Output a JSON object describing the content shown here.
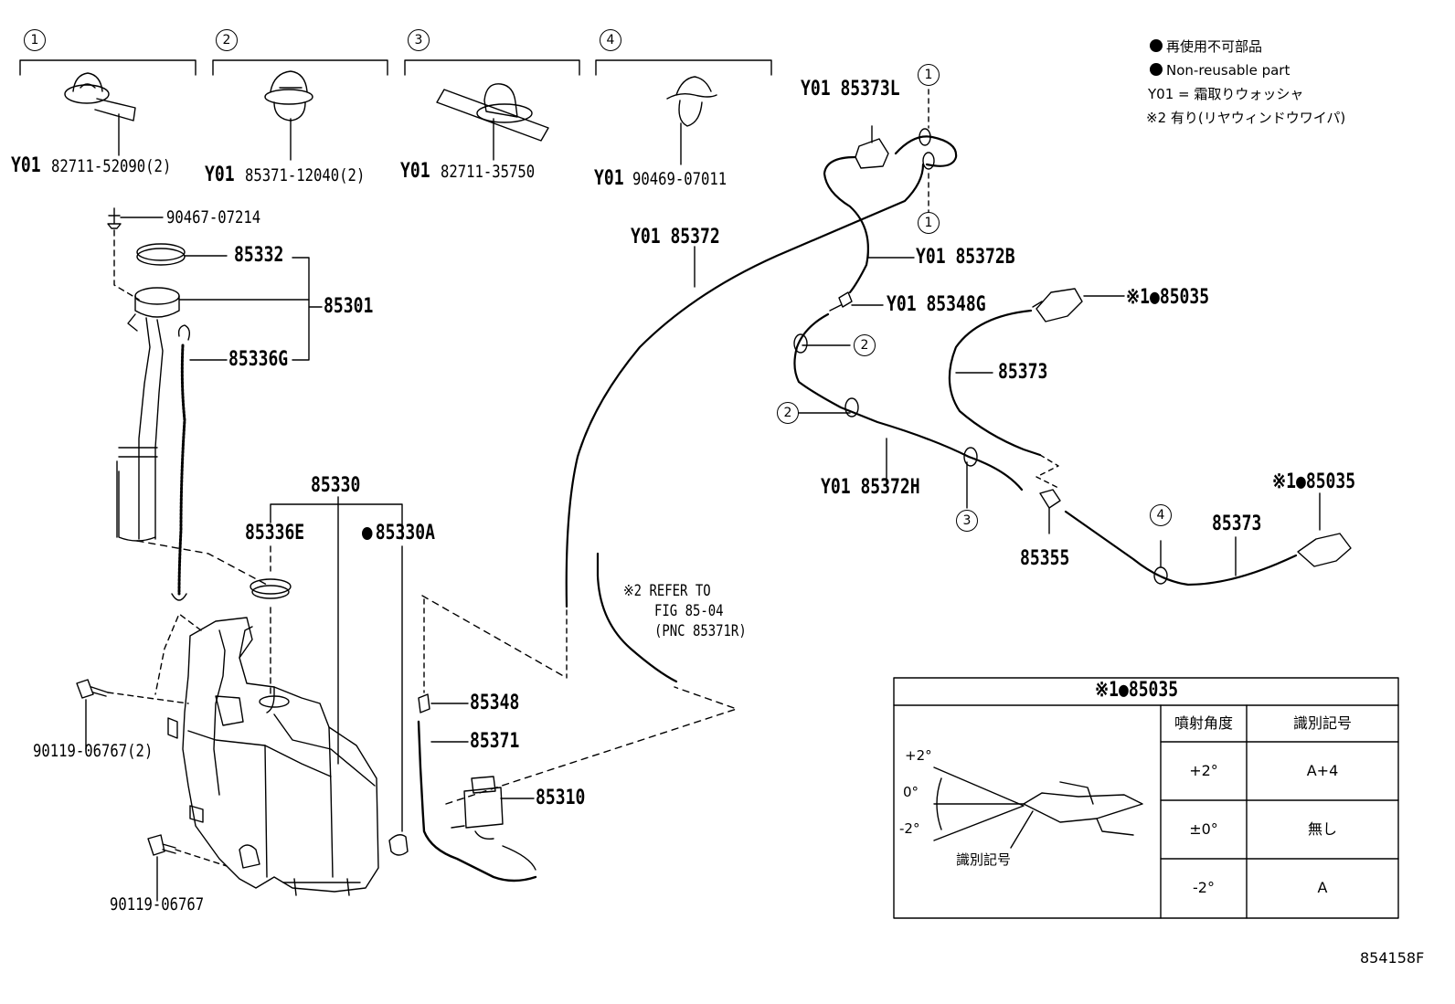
{
  "legend": {
    "line1": "再使用不可部品",
    "line2": "Non-reusable part",
    "line3": "Y01 = 霜取りウォッシャ",
    "line4": "※2 有り(リヤウィンドウワイパ)"
  },
  "clips": [
    {
      "num": "1",
      "prefix": "Y01",
      "part": "82711-52090(2)"
    },
    {
      "num": "2",
      "prefix": "Y01",
      "part": "85371-12040(2)"
    },
    {
      "num": "3",
      "prefix": "Y01",
      "part": "82711-35750"
    },
    {
      "num": "4",
      "prefix": "Y01",
      "part": "90469-07011"
    }
  ],
  "labels": {
    "p90467": "90467-07214",
    "p85332": "85332",
    "p85301": "85301",
    "p85336G": "85336G",
    "p85330": "85330",
    "p85336E": "85336E",
    "p85330A": "85330A",
    "p90119a": "90119-06767(2)",
    "p90119b": "90119-06767",
    "p85348": "85348",
    "p85371": "85371",
    "p85310": "85310",
    "p85372": "Y01 85372",
    "p85373L": "Y01 85373L",
    "p85372B": "Y01 85372B",
    "p85348G": "Y01 85348G",
    "p85372H": "Y01 85372H",
    "p85373a": "85373",
    "p85373b": "85373",
    "p85355": "85355",
    "p85035a": "※1●85035",
    "p85035b": "※1●85035",
    "refer1": "※2 REFER TO",
    "refer2": "FIG 85-04",
    "refer3": "(PNC 85371R)",
    "fig_code": "854158F"
  },
  "callouts": {
    "c1a": "1",
    "c1b": "1",
    "c2a": "2",
    "c2b": "2",
    "c3": "3",
    "c4": "4"
  },
  "table": {
    "title": "※1●85035",
    "col1": "噴射角度",
    "col2": "識別記号",
    "rows": [
      {
        "angle": "+2°",
        "mark": "A+4"
      },
      {
        "angle": "±0°",
        "mark": "無し"
      },
      {
        "angle": "-2°",
        "mark": "A"
      }
    ],
    "angle_p2": "+2°",
    "angle_0": "0°",
    "angle_m2": "-2°",
    "id_label": "識別記号"
  }
}
